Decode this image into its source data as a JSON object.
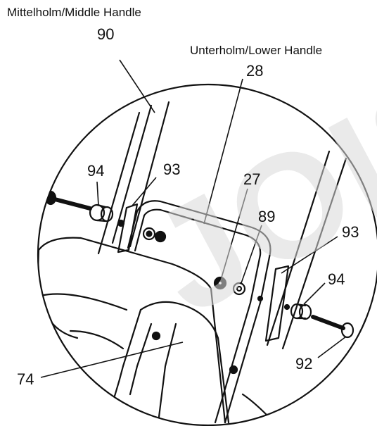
{
  "captions": {
    "middle_handle": "Mittelholm/Middle Handle",
    "lower_handle": "Unterholm/Lower Handle"
  },
  "parts": {
    "p90": "90",
    "p28": "28",
    "p94_left": "94",
    "p93_left": "93",
    "p27": "27",
    "p89": "89",
    "p93_right": "93",
    "p94_right": "94",
    "p92": "92",
    "p74": "74"
  },
  "watermark": "JOIS",
  "colors": {
    "ink": "#111111",
    "background": "#ffffff",
    "watermark": "#d9d9d9"
  }
}
